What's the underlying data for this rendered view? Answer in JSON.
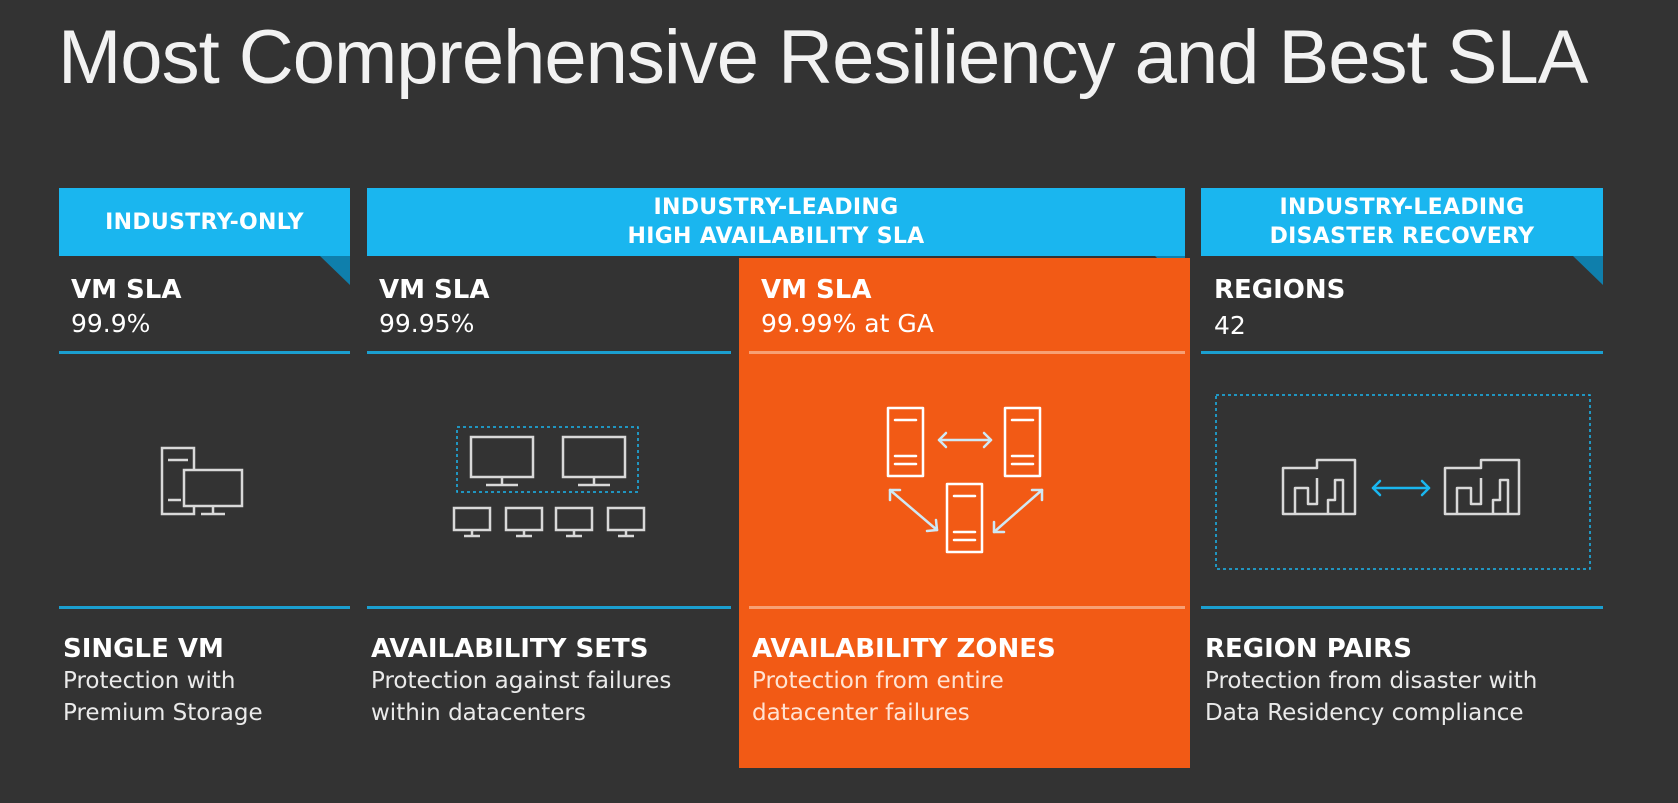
{
  "title": "Most Comprehensive Resiliency and Best SLA",
  "colors": {
    "background": "#333333",
    "accent_blue": "#1ab6ef",
    "highlight_orange": "#f25a15"
  },
  "banners": [
    {
      "text": "INDUSTRY-ONLY"
    },
    {
      "text": "INDUSTRY-LEADING\nHIGH AVAILABILITY SLA"
    },
    {
      "text": "INDUSTRY-LEADING\nDISASTER RECOVERY"
    }
  ],
  "columns": [
    {
      "metric_label": "VM SLA",
      "metric_value": "99.9%",
      "feature_title": "SINGLE VM",
      "feature_desc": "Protection with\nPremium Storage",
      "icon": "single-vm-icon"
    },
    {
      "metric_label": "VM SLA",
      "metric_value": "99.95%",
      "feature_title": "AVAILABILITY SETS",
      "feature_desc": "Protection against failures\nwithin datacenters",
      "icon": "availability-sets-icon"
    },
    {
      "metric_label": "VM SLA",
      "metric_value": "99.99% at GA",
      "feature_title": "AVAILABILITY ZONES",
      "feature_desc": "Protection from entire\ndatacenter failures",
      "icon": "availability-zones-icon"
    },
    {
      "metric_label": "REGIONS",
      "metric_value": "42",
      "feature_title": "REGION PAIRS",
      "feature_desc": "Protection from disaster with\nData Residency compliance",
      "icon": "region-pairs-icon"
    }
  ]
}
